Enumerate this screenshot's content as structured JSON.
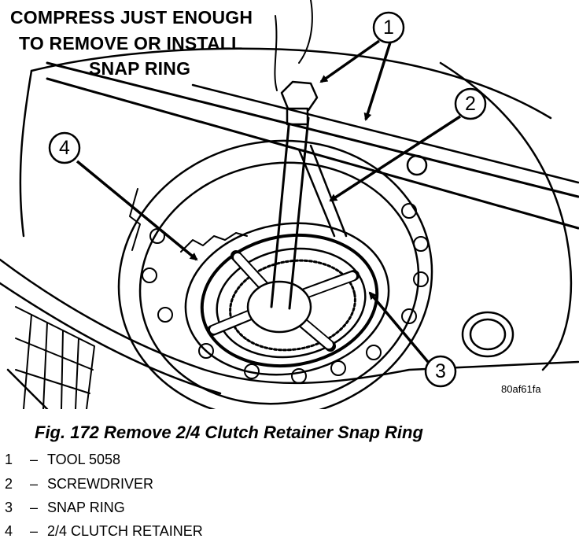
{
  "callout": {
    "line1": "COMPRESS JUST ENOUGH",
    "line2": "TO REMOVE OR INSTALL",
    "line3": "SNAP RING"
  },
  "labels": [
    "1",
    "2",
    "3",
    "4"
  ],
  "figure_code": "80af61fa",
  "caption": "Fig. 172 Remove 2/4 Clutch Retainer Snap Ring",
  "legend": [
    {
      "num": "1",
      "dash": "–",
      "text": "TOOL 5058"
    },
    {
      "num": "2",
      "dash": "–",
      "text": "SCREWDRIVER"
    },
    {
      "num": "3",
      "dash": "–",
      "text": "SNAP RING"
    },
    {
      "num": "4",
      "dash": "–",
      "text": "2/4 CLUTCH RETAINER"
    }
  ],
  "colors": {
    "ink": "#000000",
    "paper": "#ffffff"
  }
}
